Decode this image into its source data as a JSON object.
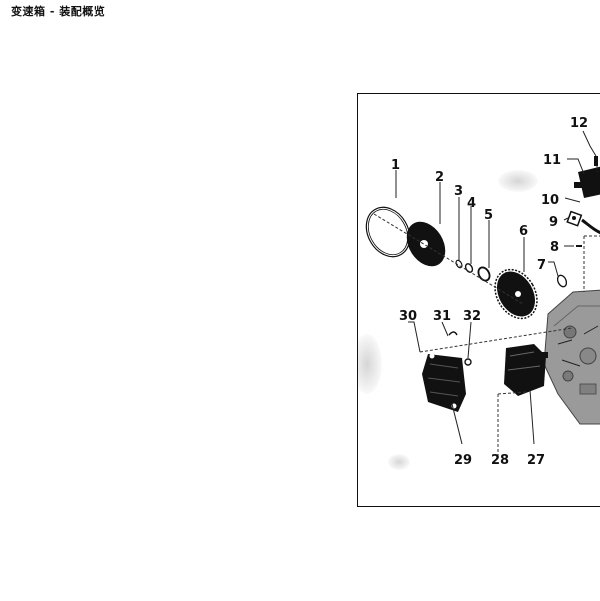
{
  "page": {
    "title": "变速箱 - 装配概览"
  },
  "diagram": {
    "callouts": [
      "1",
      "2",
      "3",
      "4",
      "5",
      "6",
      "7",
      "8",
      "9",
      "10",
      "11",
      "12",
      "27",
      "28",
      "29",
      "30",
      "31",
      "32"
    ]
  }
}
